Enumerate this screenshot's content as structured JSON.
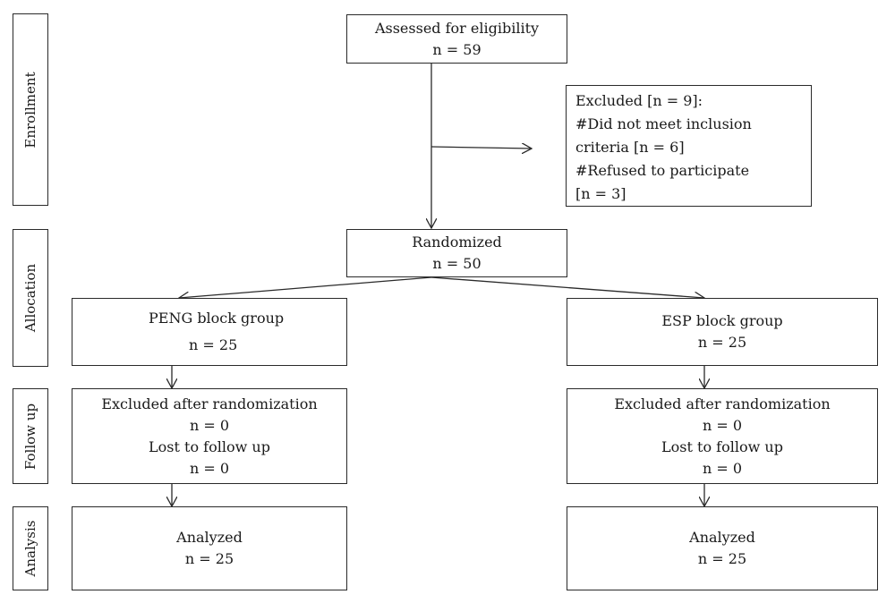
{
  "phases": {
    "enrollment": "Enrollment",
    "allocation": "Allocation",
    "follow_up": "Follow up",
    "analysis": "Analysis"
  },
  "assessed": {
    "title": "Assessed for eligibility",
    "count": "n = 59"
  },
  "excluded": {
    "line1": "Excluded [n = 9]:",
    "line2": "#Did not meet inclusion",
    "line3": "criteria [n = 6]",
    "line4": "#Refused to participate",
    "line5": "[n = 3]"
  },
  "randomized": {
    "title": "Randomized",
    "count": "n = 50"
  },
  "peng": {
    "group": {
      "title": "PENG block group",
      "count": "n = 25"
    },
    "followup": {
      "excluded_label": "Excluded after randomization",
      "excluded_count": "n = 0",
      "lost_label": "Lost to follow up",
      "lost_count": "n = 0"
    },
    "analysis": {
      "title": "Analyzed",
      "count": "n = 25"
    }
  },
  "esp": {
    "group": {
      "title": "ESP block group",
      "count": "n = 25"
    },
    "followup": {
      "excluded_label": "Excluded after randomization",
      "excluded_count": "n = 0",
      "lost_label": "Lost to follow up",
      "lost_count": "n = 0"
    },
    "analysis": {
      "title": "Analyzed",
      "count": "n = 25"
    }
  },
  "colors": {
    "stroke": "#2a2a2a",
    "text": "#1a1a1a"
  }
}
